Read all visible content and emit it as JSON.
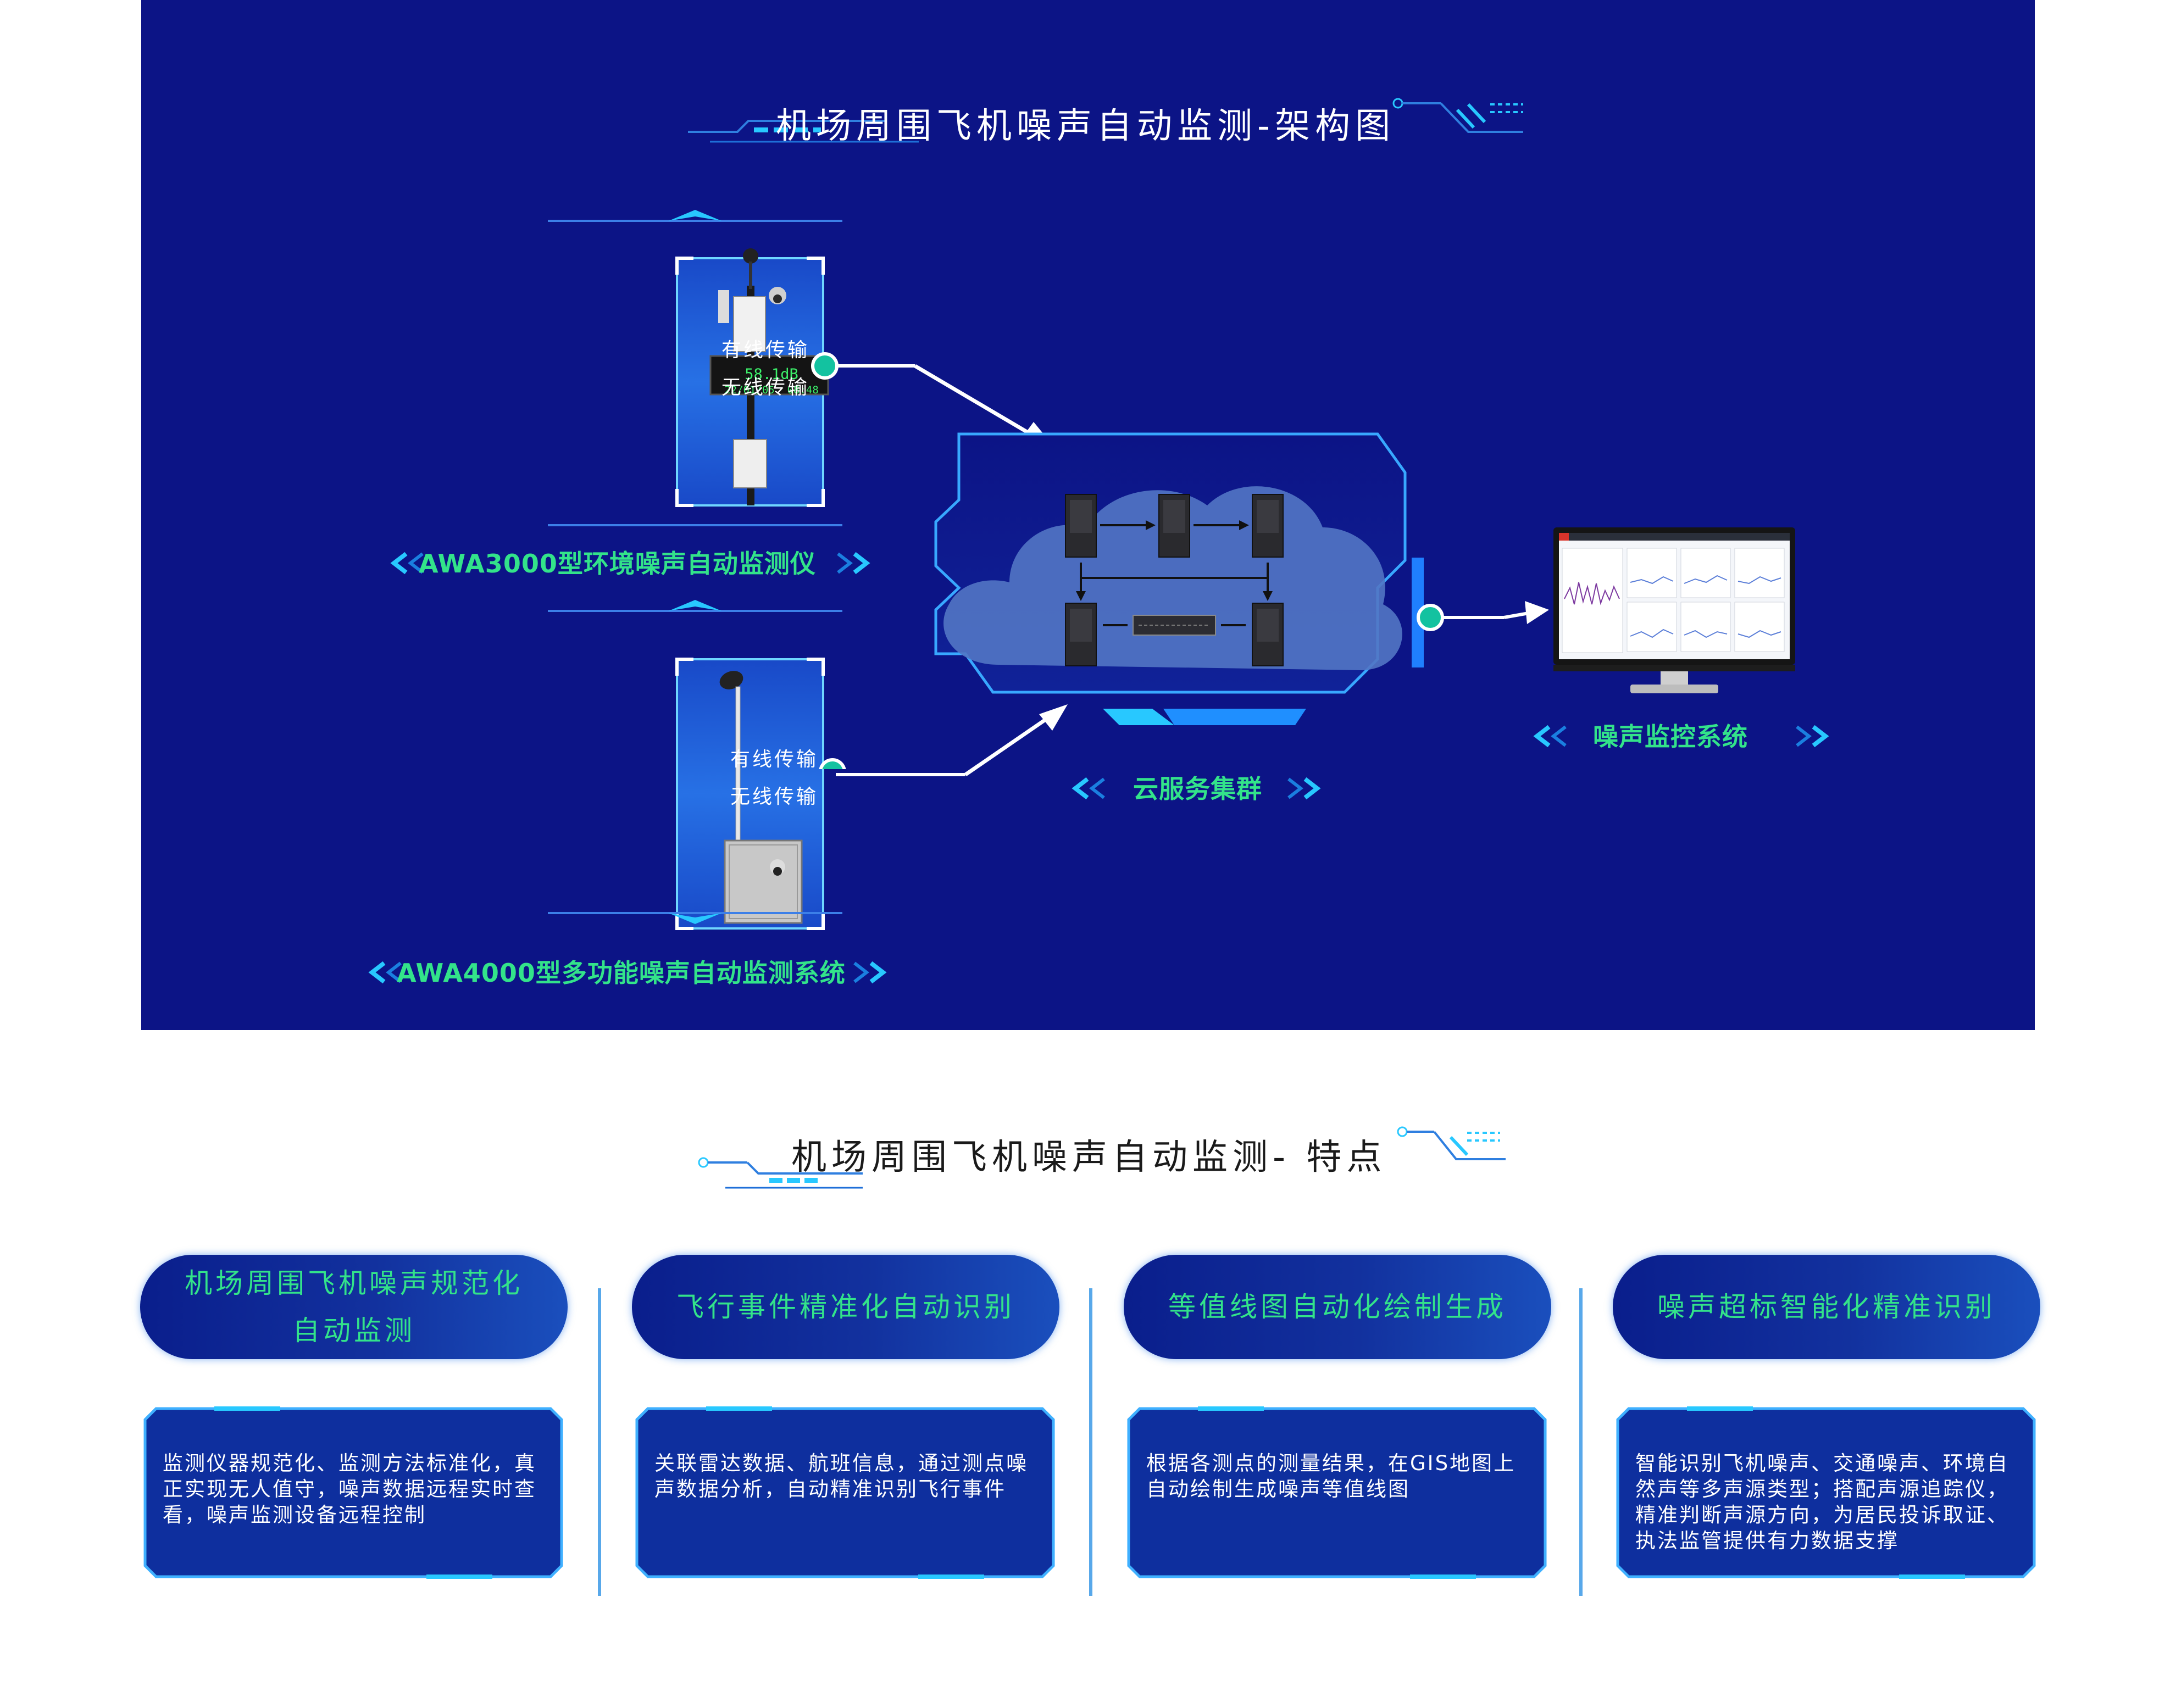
{
  "architecture": {
    "title": "机场周围飞机噪声自动监测-架构图",
    "device_awa3000": {
      "label": "AWA3000型环境噪声自动监测仪",
      "display_value": "58.1dB",
      "display_datetime": "22/01/05  08:48"
    },
    "device_awa4000": {
      "label": "AWA4000型多功能噪声自动监测系统"
    },
    "link_top": {
      "wired": "有线传输",
      "wireless": "无线传输"
    },
    "link_bottom": {
      "wired": "有线传输",
      "wireless": "无线传输"
    },
    "cloud_label": "云服务集群",
    "monitor_label": "噪声监控系统"
  },
  "features": {
    "title": "机场周围飞机噪声自动监测- 特点",
    "items": [
      {
        "title_line1": "机场周围飞机噪声规范化",
        "title_line2": "自动监测",
        "description": "监测仪器规范化、监测方法标准化，真正实现无人值守，噪声数据远程实时查看，噪声监测设备远程控制"
      },
      {
        "title": "飞行事件精准化自动识别",
        "description": "关联雷达数据、航班信息，通过测点噪声数据分析，自动精准识别飞行事件"
      },
      {
        "title": "等值线图自动化绘制生成",
        "description": "根据各测点的测量结果，在GIS地图上自动绘制生成噪声等值线图"
      },
      {
        "title": "噪声超标智能化精准识别",
        "description": "智能识别飞机噪声、交通噪声、环境自然声等多声源类型；搭配声源追踪仪，精准判断声源方向，为居民投诉取证、执法监管提供有力数据支撑"
      }
    ]
  },
  "colors": {
    "panel_bg": "#0c1486",
    "accent_green": "#33e38a",
    "accent_cyan": "#28c8ff",
    "line_blue": "#58a8ea",
    "card_bg": "#0d2f9c"
  }
}
